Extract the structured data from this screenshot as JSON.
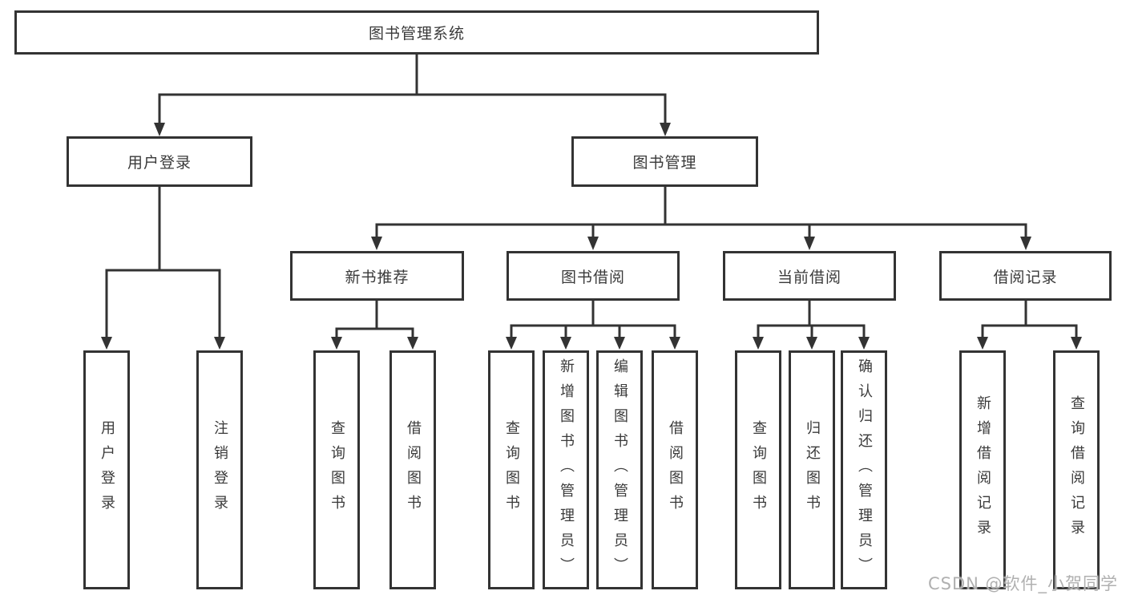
{
  "tree": {
    "root": {
      "label": "图书管理系统"
    },
    "branches": [
      {
        "label": "用户登录",
        "leaves": [
          "用户登录",
          "注销登录"
        ]
      },
      {
        "label": "图书管理",
        "sections": [
          {
            "label": "新书推荐",
            "leaves": [
              "查询图书",
              "借阅图书"
            ]
          },
          {
            "label": "图书借阅",
            "leaves": [
              "查询图书",
              "新增图书（管理员）",
              "编辑图书（管理员）",
              "借阅图书"
            ]
          },
          {
            "label": "当前借阅",
            "leaves": [
              "查询图书",
              "归还图书",
              "确认归还（管理员）"
            ]
          },
          {
            "label": "借阅记录",
            "leaves": [
              "新增借阅记录",
              "查询借阅记录"
            ]
          }
        ]
      }
    ]
  },
  "watermark": {
    "text": "CSDN @软件_小贺同学"
  },
  "colors": {
    "line": "#333333",
    "box_border": "#333333",
    "text": "#3a3a3a",
    "watermark_text": "#b0b0b0",
    "background": "#ffffff"
  }
}
